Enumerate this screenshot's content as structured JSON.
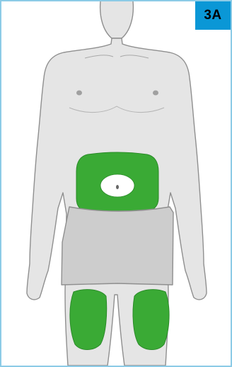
{
  "figure": {
    "badge_label": "3A",
    "colors": {
      "body_fill": "#e5e5e5",
      "body_stroke": "#8f8f8f",
      "shorts_fill": "#cdcdcd",
      "injection_site": "#3aaa35",
      "badge_background": "#0a97d6",
      "frame_border": "#8ccbe6"
    },
    "injection_sites": [
      "abdomen",
      "left-thigh",
      "right-thigh"
    ]
  }
}
